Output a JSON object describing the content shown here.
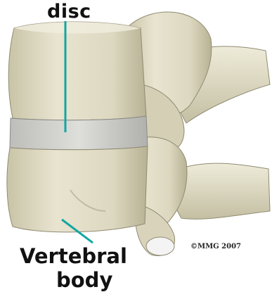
{
  "labels": {
    "disc": "disc",
    "vertebral_line1": "Vertebral",
    "vertebral_line2": "body"
  },
  "copyright": "©MMG 2007",
  "colors": {
    "bone": "#dcd7bf",
    "bone_shadow": "#a8a48a",
    "bone_highlight": "#f1eedf",
    "disc": "#c9c9c6",
    "pointer": "#12a7a3",
    "text": "#111111"
  }
}
